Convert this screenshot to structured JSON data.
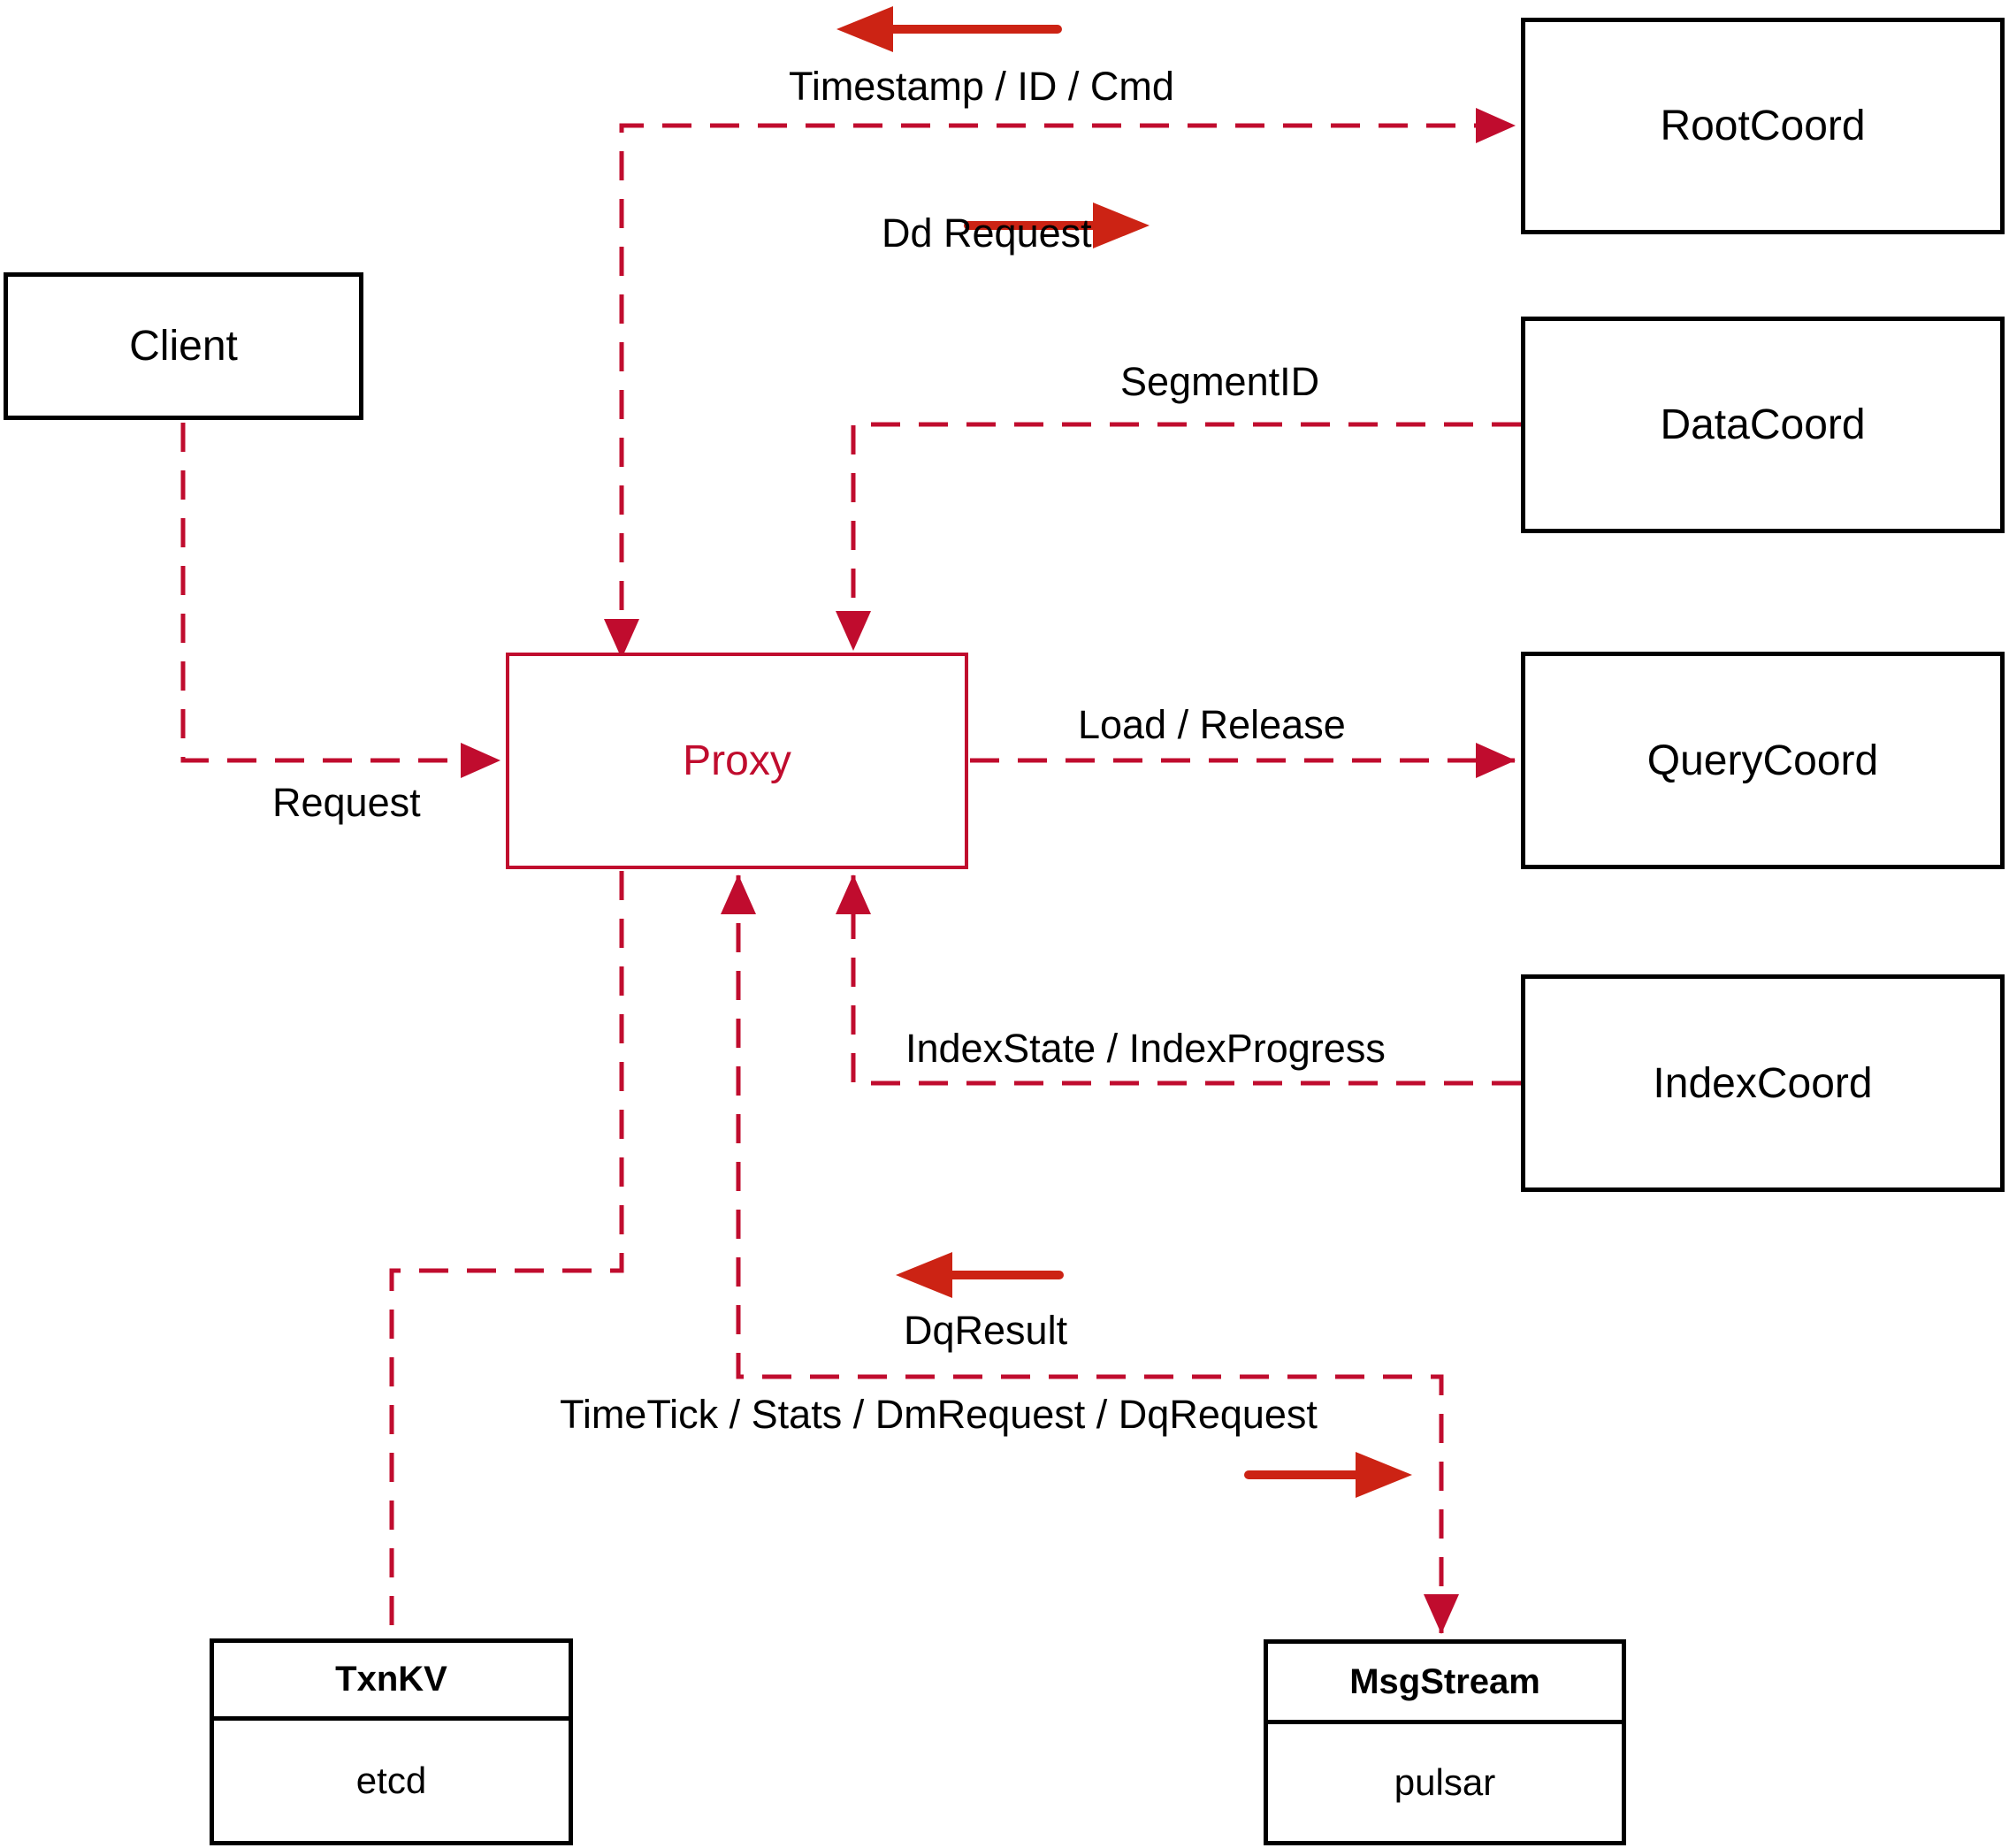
{
  "diagram": {
    "nodes": {
      "client": {
        "label": "Client"
      },
      "proxy": {
        "label": "Proxy"
      },
      "root_coord": {
        "label": "RootCoord"
      },
      "data_coord": {
        "label": "DataCoord"
      },
      "query_coord": {
        "label": "QueryCoord"
      },
      "index_coord": {
        "label": "IndexCoord"
      },
      "txn_kv": {
        "title": "TxnKV",
        "impl": "etcd"
      },
      "msg_stream": {
        "title": "MsgStream",
        "impl": "pulsar"
      }
    },
    "edge_labels": {
      "timestamp": {
        "label": "Timestamp / ID / Cmd"
      },
      "dd_request": {
        "label": "Dd Request"
      },
      "segment_id": {
        "label": "SegmentID"
      },
      "request": {
        "label": "Request"
      },
      "load_release": {
        "label": "Load / Release"
      },
      "index_state": {
        "label": "IndexState / IndexProgress"
      },
      "dq_result": {
        "label": "DqResult"
      },
      "time_tick": {
        "label": "TimeTick / Stats / DmRequest / DqRequest"
      }
    },
    "colors": {
      "dashed_line": "#c00c2e",
      "solid_arrow": "#cc2314",
      "box_border": "#000000",
      "text": "#000000",
      "background": "#ffffff"
    }
  }
}
